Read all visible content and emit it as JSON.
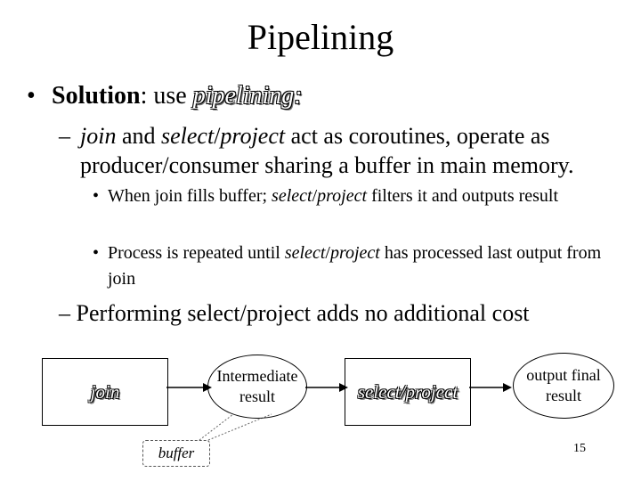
{
  "slide": {
    "title": "Pipelining",
    "bullet": {
      "label": "Solution",
      "colon": ": ",
      "lead": "use ",
      "term": "pipelining",
      "term_end": ":"
    },
    "sub1": {
      "w1": "join",
      "t1": " and ",
      "w2": "select",
      "t2": "/",
      "w3": "project",
      "t3": " act as coroutines, operate as producer/consumer sharing a buffer in main memory."
    },
    "subsub1": {
      "t1": "When join  fills buffer; ",
      "w1": "select",
      "t2": "/",
      "w2": "project",
      "t3": " filters it and outputs result"
    },
    "subsub2": {
      "t1": "Process is repeated until ",
      "w1": "select",
      "t2": "/",
      "w2": "project",
      "t3": " has processed last output from join"
    },
    "sub2": "Performing select/project adds no additional cost",
    "page_number": "15"
  },
  "diagram": {
    "join_label": "join",
    "intermediate_label": "Intermediate result",
    "select_label": "select/project",
    "output_label": "output final result",
    "buffer_label": "buffer"
  }
}
